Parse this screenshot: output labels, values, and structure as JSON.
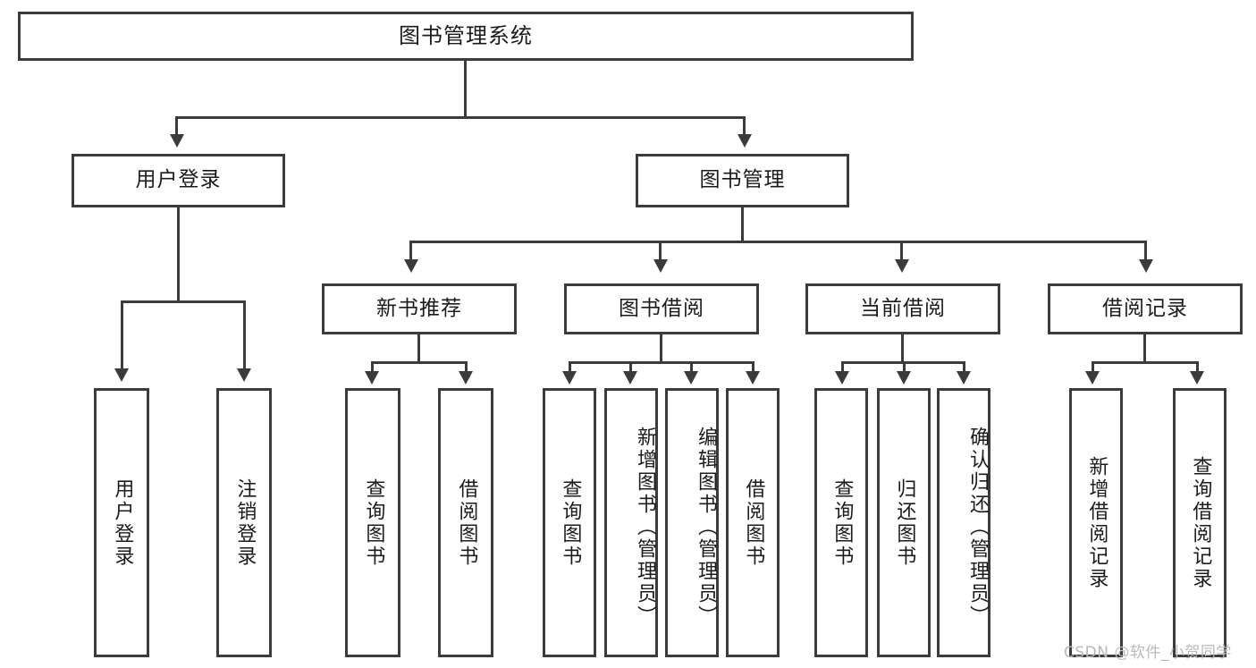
{
  "diagram": {
    "title": "图书管理系统",
    "type": "tree-hierarchy-diagram",
    "root": {
      "label": "图书管理系统"
    },
    "level2": [
      {
        "label": "用户登录"
      },
      {
        "label": "图书管理"
      }
    ],
    "level3": [
      {
        "label": "新书推荐"
      },
      {
        "label": "图书借阅"
      },
      {
        "label": "当前借阅"
      },
      {
        "label": "借阅记录"
      }
    ],
    "leaves": {
      "user_login": [
        {
          "label": "用户登录"
        },
        {
          "label": "注销登录"
        }
      ],
      "new_book_recommend": [
        {
          "label": "查询图书"
        },
        {
          "label": "借阅图书"
        }
      ],
      "book_borrow": [
        {
          "label": "查询图书"
        },
        {
          "label": "新增图书（管理员）"
        },
        {
          "label": "编辑图书（管理员）"
        },
        {
          "label": "借阅图书"
        }
      ],
      "current_borrow": [
        {
          "label": "查询图书"
        },
        {
          "label": "归还图书"
        },
        {
          "label": "确认归还（管理员）"
        }
      ],
      "borrow_record": [
        {
          "label": "新增借阅记录"
        },
        {
          "label": "查询借阅记录"
        }
      ]
    }
  },
  "watermark": {
    "text": "CSDN @软件_小贺同学"
  },
  "colors": {
    "stroke": "#3b3b3b",
    "background": "#ffffff",
    "text": "#1b1b1b",
    "watermark": "#b9b9b9"
  }
}
